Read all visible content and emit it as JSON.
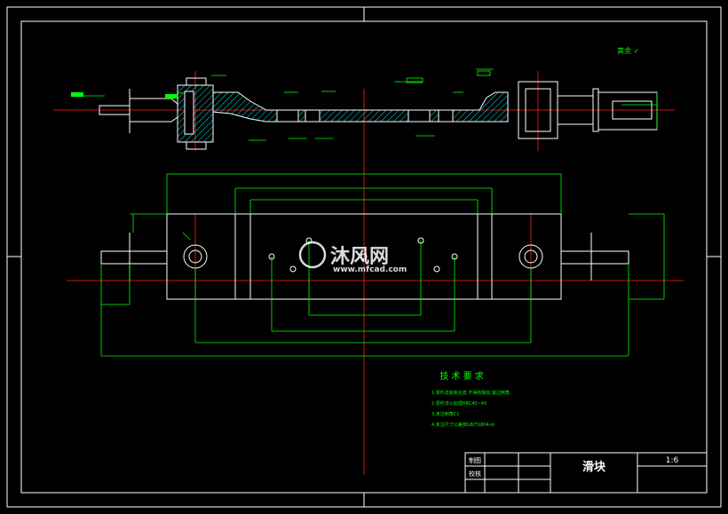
{
  "title_block": {
    "part_name": "滑块",
    "scale": "1:6",
    "row1_label": "制图",
    "row2_label": "校核"
  },
  "surface_note": "其余 ✓",
  "tech_requirements": {
    "heading": "技 术 要 求",
    "items": [
      "1.零件去除氧化皮,不得有裂纹,锐边倒角",
      "2.零件淬火处理HRC40~45",
      "3.未注倒角C1",
      "4.未注尺寸公差按GB/T1804-m"
    ]
  },
  "watermark": {
    "brand": "沐风网",
    "url": "www.mfcad.com"
  },
  "colors": {
    "background": "#000000",
    "outline": "#ffffff",
    "dimension": "#00ff00",
    "centerline": "#ff2020",
    "hatch": "#00e5e5"
  }
}
